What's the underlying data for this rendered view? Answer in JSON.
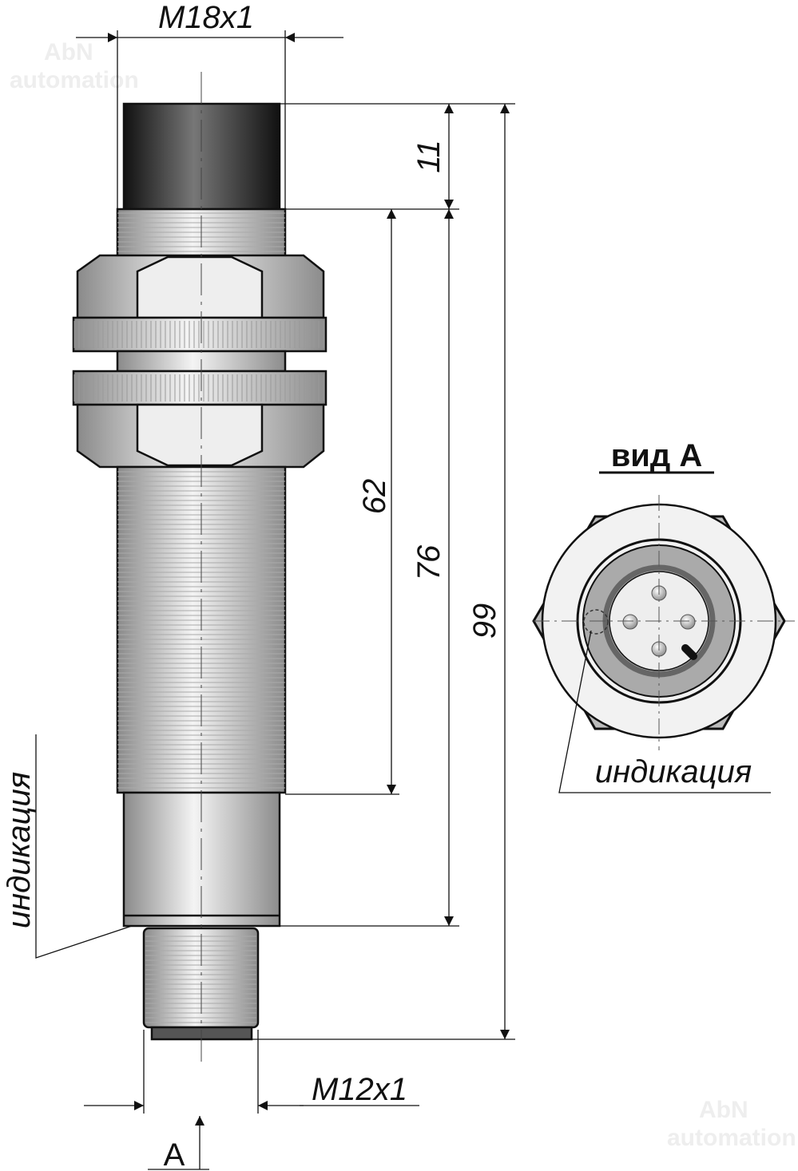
{
  "drawing": {
    "thread_top": "M18x1",
    "thread_bottom": "M12x1",
    "dim_cap": "11",
    "dim_thread": "62",
    "dim_body": "76",
    "dim_total": "99",
    "view_arrow_label": "A",
    "indication_label_side": "индикация",
    "view_title": "вид A",
    "indication_label_view": "индикация"
  },
  "watermark": {
    "line1": "AbN",
    "line2": "automation"
  }
}
